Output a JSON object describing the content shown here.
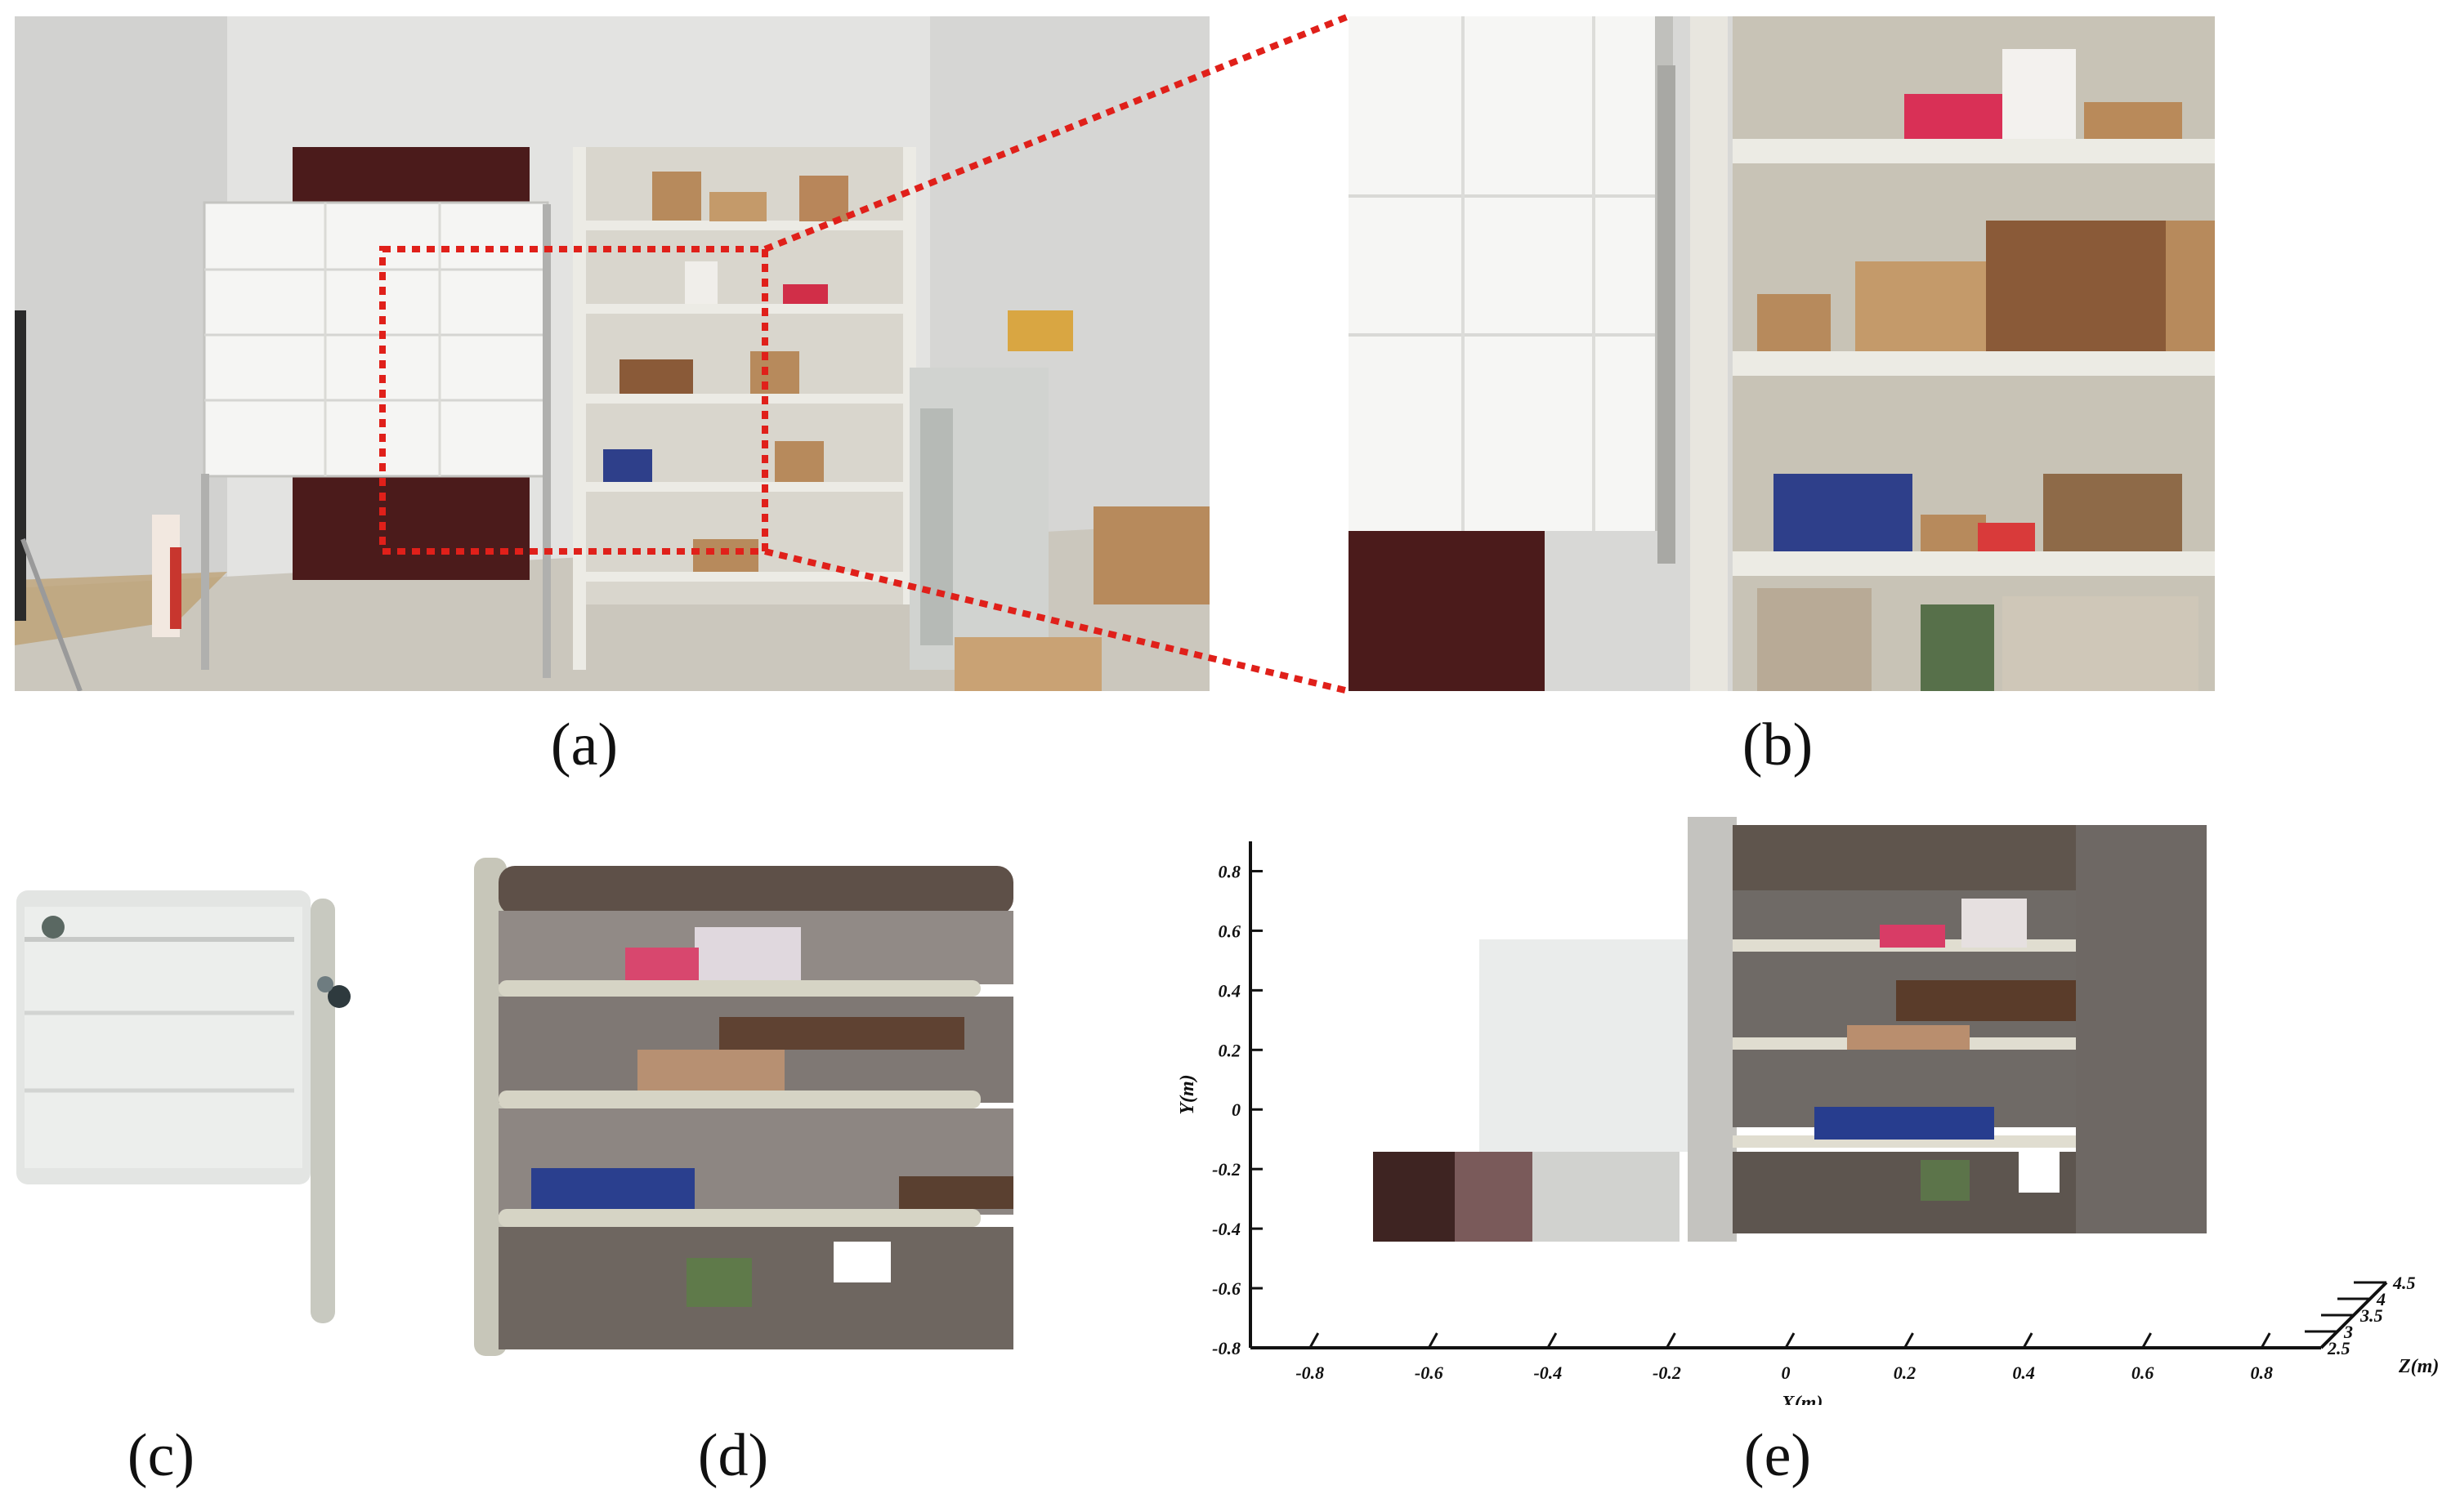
{
  "figure": {
    "panel_labels": {
      "a": "(a)",
      "b": "(b)",
      "c": "(c)",
      "d": "(d)",
      "e": "(e)"
    }
  },
  "colors": {
    "wall": "#dcdcdc",
    "floor": "#cfcac0",
    "door": "#4a1a1a",
    "shelf": "#e2e0d6",
    "paper": "#f4f4f2",
    "cardboard": "#b78a5c",
    "highlight": "#e0201a",
    "cabinet": "#d3d5d2"
  },
  "chart_data": {
    "type": "scatter",
    "xlabel": "X(m)",
    "ylabel": "Y(m)",
    "zlabel": "Z(m)",
    "x_ticks": [
      "-0.8",
      "-0.6",
      "-0.4",
      "-0.2",
      "0",
      "0.2",
      "0.4",
      "0.6",
      "0.8"
    ],
    "y_ticks": [
      "0.8",
      "0.6",
      "0.4",
      "0.2",
      "0",
      "-0.2",
      "-0.4",
      "-0.6",
      "-0.8"
    ],
    "z_ticks": [
      "4.5",
      "4",
      "3.5",
      "3",
      "2.5"
    ],
    "xlim": [
      -0.9,
      0.9
    ],
    "ylim": [
      -0.8,
      0.9
    ],
    "zlim": [
      2.5,
      4.5
    ]
  }
}
